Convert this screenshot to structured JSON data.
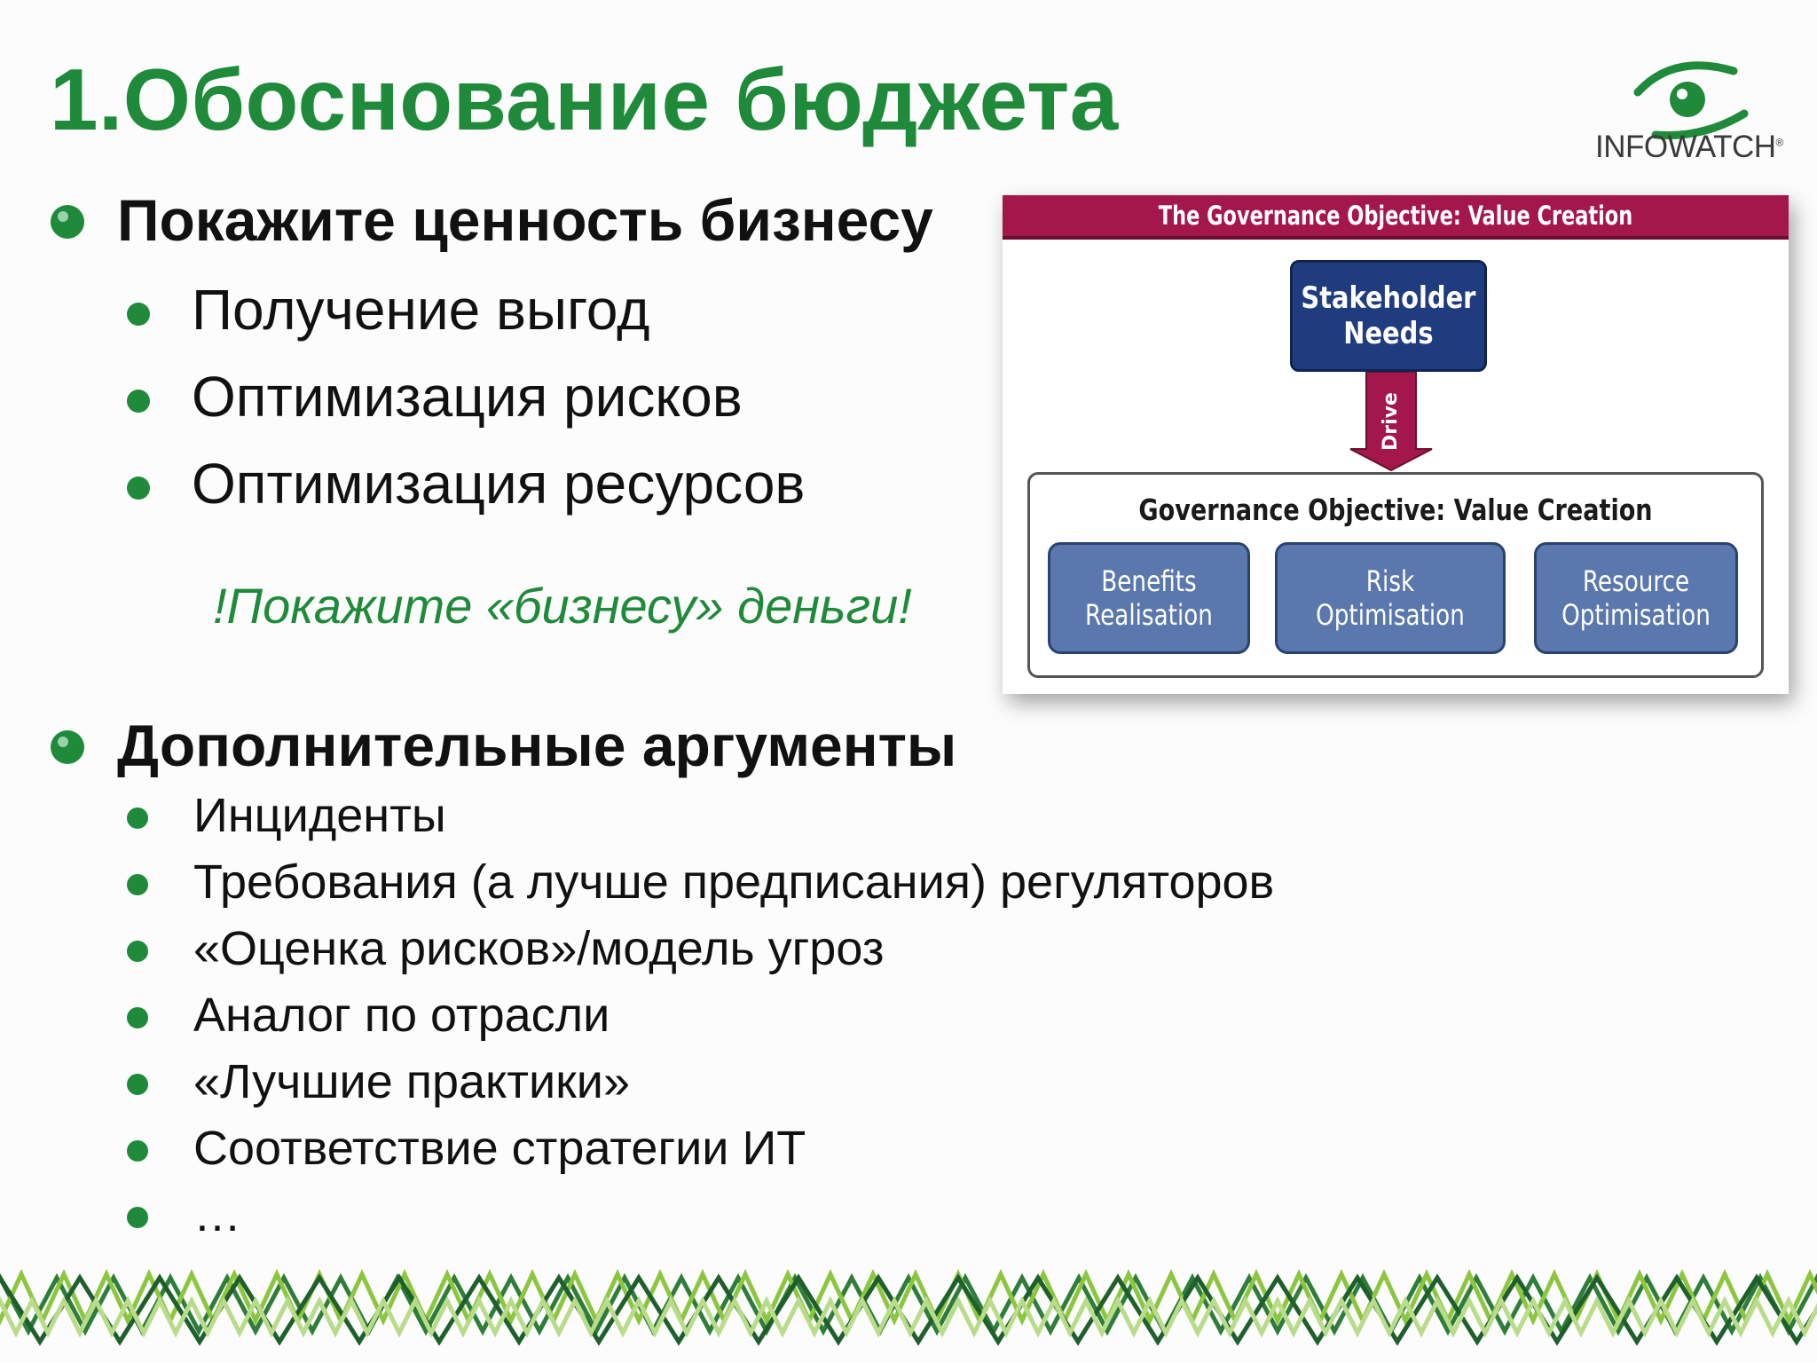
{
  "slide": {
    "title": "1.Обоснование бюджета",
    "logo_text": "INFOWATCH",
    "logo_reg": "®",
    "section1": {
      "heading": "Покажите ценность бизнесу",
      "items": [
        "Получение выгод",
        "Оптимизация рисков",
        "Оптимизация ресурсов"
      ]
    },
    "callout": "!Покажите «бизнесу» деньги!",
    "section2": {
      "heading": "Дополнительные аргументы",
      "items": [
        "Инциденты",
        "Требования (а лучше предписания) регуляторов",
        "«Оценка рисков»/модель угроз",
        "Аналог по отрасли",
        "«Лучшие практики»",
        "Соответствие стратегии ИТ",
        "…"
      ]
    },
    "diagram": {
      "header": "The Governance Objective:  Value Creation",
      "top_box": "Stakeholder Needs",
      "arrow_label": "Drive",
      "objective_title": "Governance Objective:  Value Creation",
      "boxes": [
        "Benefits Realisation",
        "Risk Optimisation",
        "Resource Optimisation"
      ]
    },
    "colors": {
      "accent_green": "#1e8a3a",
      "header_red": "#a3174a",
      "dark_blue": "#1f3c7e",
      "mid_blue": "#5a78ad"
    }
  }
}
